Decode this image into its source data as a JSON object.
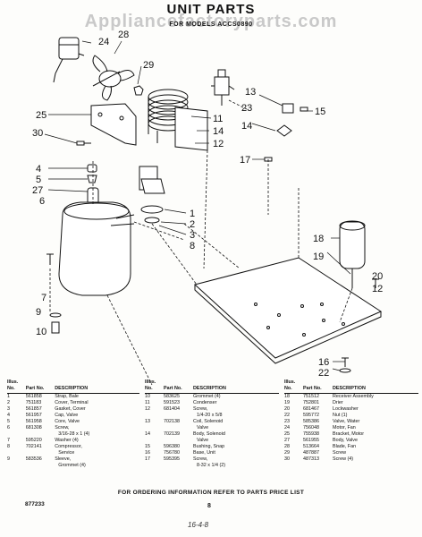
{
  "header": {
    "title": "UNIT PARTS",
    "watermark": "Appliancefactoryparts.com",
    "subtitle": "FOR MODELS ACCS0890"
  },
  "callouts": [
    "24",
    "28",
    "29",
    "25",
    "30",
    "11",
    "14",
    "12",
    "13",
    "23",
    "15",
    "14",
    "17",
    "4",
    "5",
    "27",
    "6",
    "1",
    "2",
    "3",
    "8",
    "18",
    "19",
    "20",
    "12",
    "7",
    "9",
    "10",
    "16",
    "22"
  ],
  "table_headers": {
    "illus_no": "Illus. No.",
    "part_no": "Part No.",
    "description": "DESCRIPTION"
  },
  "parts_tables": [
    [
      [
        "1",
        "561858",
        "Strap, Bale"
      ],
      [
        "2",
        "751183",
        "Cover, Terminal"
      ],
      [
        "3",
        "561857",
        "Gasket, Cover"
      ],
      [
        "4",
        "561957",
        "Cap, Valve"
      ],
      [
        "5",
        "561958",
        "Core, Valve"
      ],
      [
        "6",
        "681308",
        "Screw,"
      ],
      [
        "",
        "",
        "3/16-28 x 1 (4)"
      ],
      [
        "7",
        "595220",
        "Washer (4)"
      ],
      [
        "8",
        "702141",
        "Compressor,"
      ],
      [
        "",
        "",
        "Service"
      ],
      [
        "9",
        "583536",
        "Sleeve,"
      ],
      [
        "",
        "",
        "Grommet (4)"
      ]
    ],
    [
      [
        "10",
        "583625",
        "Grommet (4)"
      ],
      [
        "11",
        "591523",
        "Condenser"
      ],
      [
        "12",
        "681404",
        "Screw,"
      ],
      [
        "",
        "",
        "1/4-20 x 5/8"
      ],
      [
        "13",
        "702138",
        "Coil, Solenoid"
      ],
      [
        "",
        "",
        "Valve"
      ],
      [
        "14",
        "702139",
        "Body, Solenoid"
      ],
      [
        "",
        "",
        "Valve"
      ],
      [
        "15",
        "596380",
        "Bushing, Snap"
      ],
      [
        "16",
        "756780",
        "Base, Unit"
      ],
      [
        "17",
        "595395",
        "Screw,"
      ],
      [
        "",
        "",
        "8-32 x 1/4 (2)"
      ]
    ],
    [
      [
        "18",
        "751512",
        "Receiver Assembly"
      ],
      [
        "19",
        "752801",
        "Drier"
      ],
      [
        "20",
        "681467",
        "Lockwasher"
      ],
      [
        "22",
        "595772",
        "Nut (1)"
      ],
      [
        "23",
        "585386",
        "Valve, Water"
      ],
      [
        "24",
        "756048",
        "Motor, Fan"
      ],
      [
        "25",
        "755938",
        "Bracket, Motor"
      ],
      [
        "27",
        "561955",
        "Body, Valve"
      ],
      [
        "28",
        "513664",
        "Blade, Fan"
      ],
      [
        "29",
        "487887",
        "Screw"
      ],
      [
        "30",
        "487313",
        "Screw (4)"
      ]
    ]
  ],
  "footer": {
    "ordering_note": "FOR ORDERING INFORMATION REFER TO PARTS PRICE LIST",
    "doc_code": "877233",
    "page_number": "8",
    "handwritten_date": "16-4-8"
  }
}
